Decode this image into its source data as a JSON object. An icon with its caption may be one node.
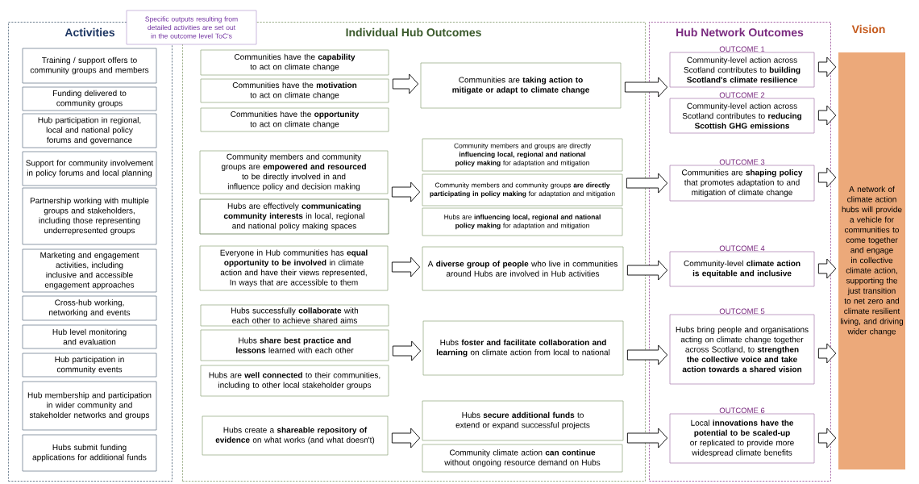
{
  "diagram": {
    "nodes": [
      {
        "text": [
          "Activities"
        ]
      },
      {
        "text": [
          "Training / support offers to community groups and members"
        ],
        "in": 0
      },
      {
        "text": [
          "Funding delivered to community groups"
        ],
        "in": 0
      },
      {
        "text": [
          "Hub participation in regional, local and national policy forums and governance"
        ],
        "in": 0
      },
      {
        "text": [
          "Support for community involvement in policy forums and local planning"
        ],
        "in": 0
      },
      {
        "text": [
          "Partnership working with multiple groups and stakeholders, including those representing underrepresented groups"
        ],
        "in": 0
      },
      {
        "text": [
          "Marketing and engagement activities, including inclusive and accessible engagement approaches"
        ],
        "in": 0
      },
      {
        "text": [
          "Cross-hub working, networking and events"
        ],
        "in": 0
      },
      {
        "text": [
          "Hub level monitoring and evaluation"
        ],
        "in": 0
      },
      {
        "text": [
          "Hub participation in community events"
        ],
        "in": 0
      },
      {
        "text": [
          "Hub membership and participation in wider community and stakeholder networks and groups"
        ],
        "in": 0
      },
      {
        "text": [
          "Hubs submit funding applications for additional funds"
        ],
        "in": 0
      },
      {
        "text": [
          "Specific outputs resulting from detailed activities are set out in the outcome level ToC's"
        ]
      },
      {
        "text": [
          "Individual Hub Outcomes"
        ]
      },
      {
        "text": [
          "Communities have the **capability** to act on climate change"
        ],
        "in": 13
      },
      {
        "text": [
          "Communities have the **motivation** to act on climate change"
        ],
        "in": 13
      },
      {
        "text": [
          "Communities have the **opportunity** to act on climate change"
        ],
        "in": 13
      },
      {
        "text": [
          "Communities are **taking action to mitigate or adapt to climate change**"
        ],
        "in": 13
      },
      {
        "text": [
          "Community members and community groups are **empowered and resourced** to be directly involved in and influence policy and decision making"
        ],
        "in": 13
      },
      {
        "text": [
          "Hubs are effectively **communicating community interests** in local, regional and national policy making spaces"
        ],
        "in": 13
      },
      {
        "text": [
          "Community members and groups are directly **influencing local, regional and national policy making** for adaptation and mitigation"
        ],
        "in": 13
      },
      {
        "text": [
          "Community members and community groups **are directly participating in policy making** for adaptation and mitigation"
        ],
        "in": 13
      },
      {
        "text": [
          "Hubs are **influencing local, regional and national policy making** for adaptation and mitigation"
        ],
        "in": 13
      },
      {
        "text": [
          "Everyone in Hub communities has **equal opportunity to be involved** in climate action and have their views represented, In ways that are accessible to them"
        ],
        "in": 13
      },
      {
        "text": [
          "A **diverse group of people** who live in communities around Hubs are involved in Hub activities"
        ],
        "in": 13
      },
      {
        "text": [
          "Hubs successfully **collaborate** with each other to achieve shared aims"
        ],
        "in": 13
      },
      {
        "text": [
          "Hubs **share best practice and lessons** learned with each other"
        ],
        "in": 13
      },
      {
        "text": [
          "Hubs are **well connected** to their communities, including to other local stakeholder groups"
        ],
        "in": 13
      },
      {
        "text": [
          "Hubs **foster and facilitate collaboration and learning** on climate action from local to national"
        ],
        "in": 13
      },
      {
        "text": [
          "Hubs create a **shareable repository of evidence** on what works (and what doesn't)"
        ],
        "in": 13
      },
      {
        "text": [
          "Hubs **secure additional funds** to extend or expand successful projects"
        ],
        "in": 13
      },
      {
        "text": [
          "Community climate action **can continue** without ongoing resource demand on Hubs"
        ],
        "in": 13
      },
      {
        "text": [
          "Hub Network Outcomes"
        ]
      },
      {
        "text": [
          "OUTCOME 1",
          "Community-level action across Scotland contributes to **building Scotland's climate resilience**"
        ],
        "in": 32
      },
      {
        "text": [
          "OUTCOME 2",
          "Community-level action across Scotland contributes to **reducing Scottish GHG emissions**"
        ],
        "in": 32
      },
      {
        "text": [
          "OUTCOME 3",
          "Communities are **shaping policy** that promotes adaptation to and mitigation of climate change"
        ],
        "in": 32
      },
      {
        "text": [
          "OUTCOME 4",
          "Community-level **climate action is equitable and inclusive**"
        ],
        "in": 32
      },
      {
        "text": [
          "OUTCOME 5",
          "Hubs bring people and organisations acting on climate change together across Scotland, to **strengthen the collective voice and take action towards a shared vision**"
        ],
        "in": 32
      },
      {
        "text": [
          "OUTCOME 6",
          "Local **innovations have the potential to be scaled-up** or replicated to provide more widespread climate benefits"
        ],
        "in": 32
      },
      {
        "text": [
          "Vision",
          "A network of climate action hubs will provide a vehicle for communities to come together and engage in collective climate action, supporting the just transition to net zero and climate resilient living, and driving wider change"
        ]
      }
    ],
    "edges": [
      {
        "from": 15,
        "to": 17,
        "arrow": "to"
      },
      {
        "from": 18,
        "to": 21,
        "arrow": "to"
      },
      {
        "from": 23,
        "to": 24,
        "arrow": "to"
      },
      {
        "from": 26,
        "to": 28,
        "arrow": "to"
      },
      {
        "from": 29,
        "to": 30,
        "arrow": "to"
      },
      {
        "from": 17,
        "to": 33,
        "arrow": "to"
      },
      {
        "from": 21,
        "to": 35,
        "arrow": "to"
      },
      {
        "from": 24,
        "to": 36,
        "arrow": "to"
      },
      {
        "from": 28,
        "to": 37,
        "arrow": "to"
      },
      {
        "from": 30,
        "to": 38,
        "arrow": "to"
      },
      {
        "from": 33,
        "to": 39,
        "arrow": "to"
      },
      {
        "from": 34,
        "to": 39,
        "arrow": "to"
      },
      {
        "from": 35,
        "to": 39,
        "arrow": "to"
      },
      {
        "from": 36,
        "to": 39,
        "arrow": "to"
      },
      {
        "from": 37,
        "to": 39,
        "arrow": "to"
      },
      {
        "from": 38,
        "to": 39,
        "arrow": "to"
      }
    ]
  }
}
